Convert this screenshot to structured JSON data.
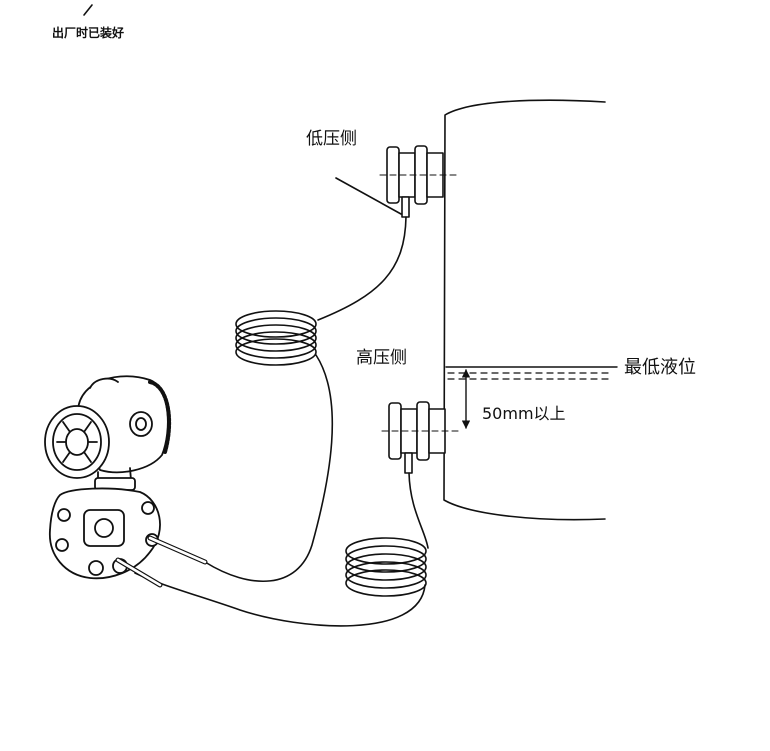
{
  "note": "出厂时已装好",
  "labels": {
    "low_pressure_side": "低压侧",
    "high_pressure_side": "高压侧",
    "min_liquid_level": "最低液位",
    "distance": "50mm以上"
  },
  "colors": {
    "line": "#111111",
    "background": "#ffffff"
  }
}
